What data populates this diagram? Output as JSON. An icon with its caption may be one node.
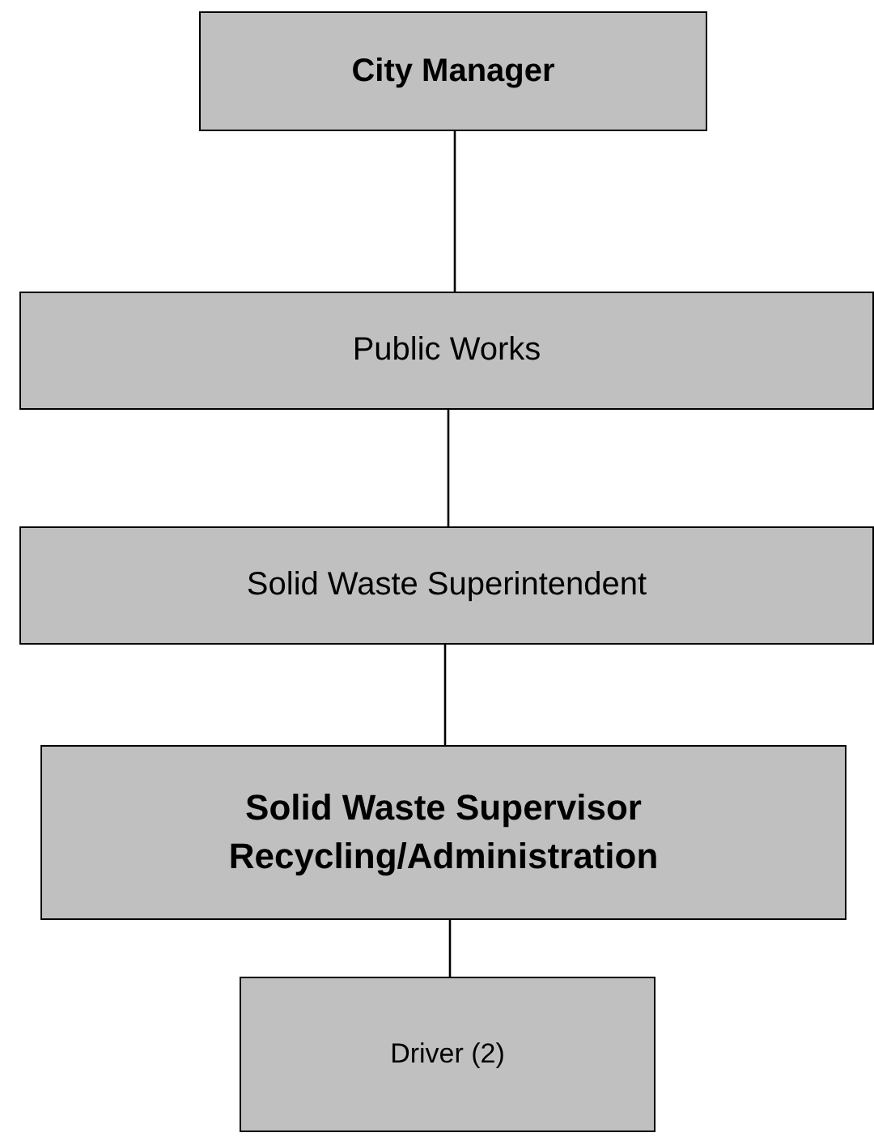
{
  "diagram": {
    "nodes": [
      {
        "text": [
          "City Manager"
        ]
      },
      {
        "text": [
          "Public Works"
        ]
      },
      {
        "text": [
          "Solid Waste Superintendent"
        ]
      },
      {
        "text": [
          "Solid Waste Supervisor Recycling/Administration"
        ]
      },
      {
        "text": [
          "Driver (2)"
        ]
      }
    ],
    "edges": [
      {
        "from": 0,
        "to": 1,
        "arrow": "none"
      },
      {
        "from": 1,
        "to": 2,
        "arrow": "none"
      },
      {
        "from": 2,
        "to": 3,
        "arrow": "none"
      },
      {
        "from": 3,
        "to": 4,
        "arrow": "none"
      }
    ]
  }
}
